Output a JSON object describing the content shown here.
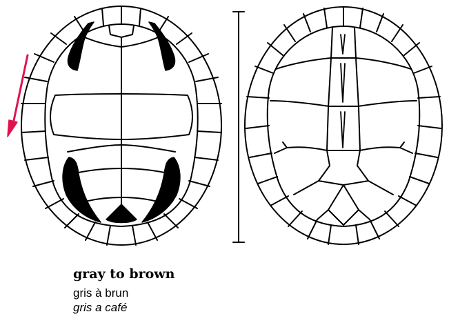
{
  "caption": {
    "english": "gray to brown",
    "french": "gris à brun",
    "spanish": "gris a café"
  },
  "colors": {
    "shell_stroke": "#000000",
    "shell_fill": "#ffffff",
    "marking_fill": "#000000",
    "arrow": "#e0134f",
    "background": "#ffffff"
  },
  "figures": {
    "left": "carapace-top-view",
    "right": "plastron-bottom-view",
    "arrow": "direction-arrow",
    "scale": "scale-bar"
  }
}
